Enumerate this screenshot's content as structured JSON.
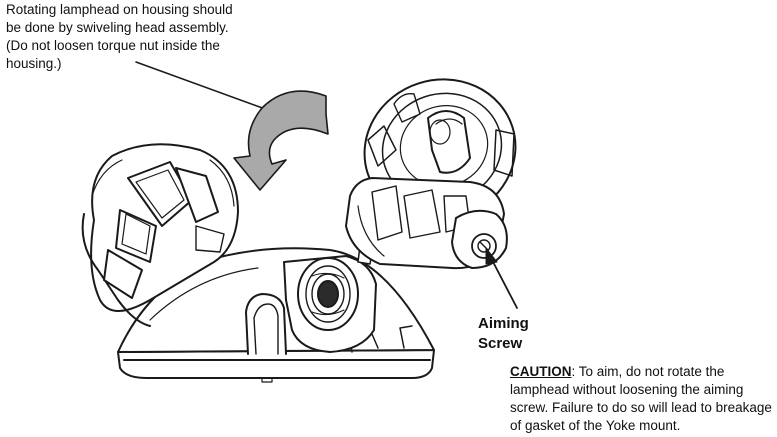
{
  "top_note": "Rotating lamphead on housing should\nbe done by swiveling head assembly.\n(Do not loosen torque nut inside the\nhousing.)",
  "aiming_label": "Aiming\nScrew",
  "caution": {
    "heading": "CAUTION",
    "colon": ":",
    "body": " To aim, do not rotate the lamphead without loosening the aiming screw. Failure to do so will lead to breakage of gasket of the Yoke mount."
  },
  "colors": {
    "line": "#1a1a1a",
    "rotation_arrow_fill": "#a9a9a9",
    "background": "#ffffff"
  }
}
